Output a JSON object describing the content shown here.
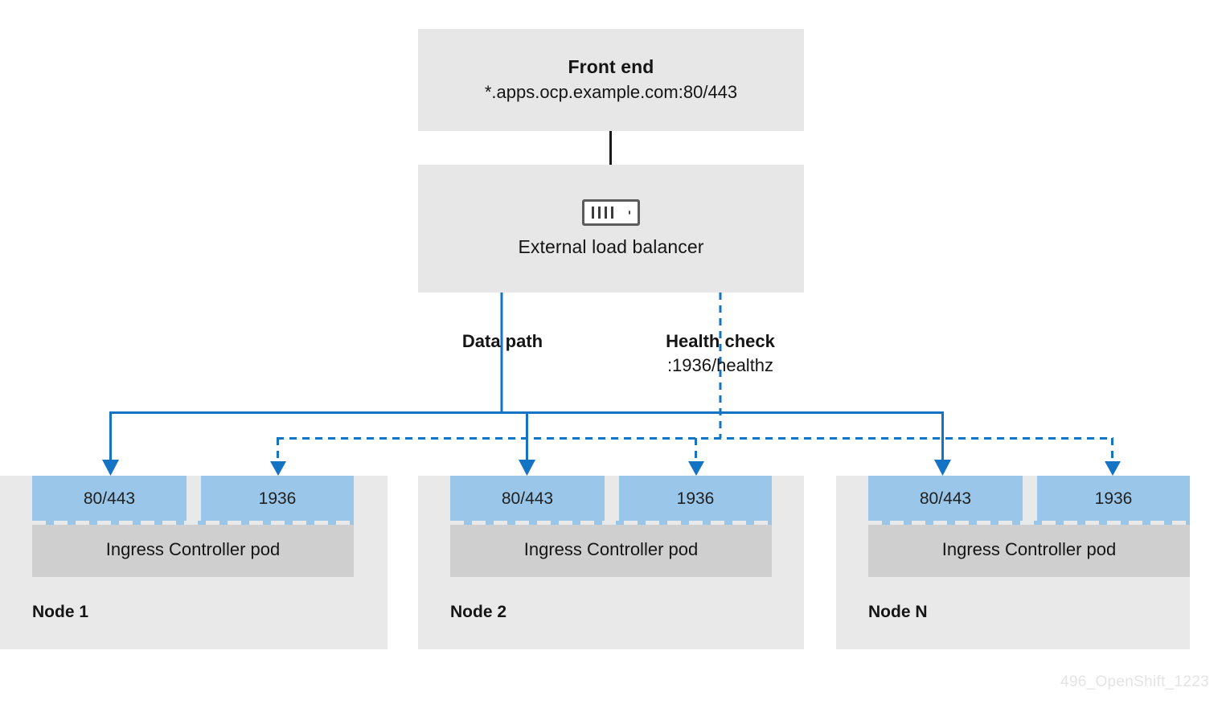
{
  "diagram": {
    "title_watermark": "496_OpenShift_1223",
    "front_end": {
      "title": "Front end",
      "subtitle": "*.apps.ocp.example.com:80/443"
    },
    "load_balancer": {
      "caption": "External load balancer",
      "icon": "load-balancer-icon"
    },
    "paths": {
      "data": {
        "label": "Data path",
        "style": "solid",
        "color": "#1573c4"
      },
      "health": {
        "label": "Health check",
        "detail": ":1936/healthz",
        "style": "dashed",
        "color": "#1573c4"
      }
    },
    "nodes": [
      {
        "label": "Node 1",
        "pod": "Ingress Controller pod",
        "ports": [
          {
            "value": "80/443"
          },
          {
            "value": "1936"
          }
        ]
      },
      {
        "label": "Node 2",
        "pod": "Ingress Controller pod",
        "ports": [
          {
            "value": "80/443"
          },
          {
            "value": "1936"
          }
        ]
      },
      {
        "label": "Node N",
        "pod": "Ingress Controller pod",
        "ports": [
          {
            "value": "80/443"
          },
          {
            "value": "1936"
          }
        ]
      }
    ],
    "colors": {
      "accent_blue": "#1573c4",
      "port_blue": "#9ac6ea",
      "pod_gray": "#cfcfcf",
      "node_gray": "#e9e9e9",
      "box_gray": "#e7e7e7",
      "connector_dark": "#1a1a1a"
    }
  }
}
